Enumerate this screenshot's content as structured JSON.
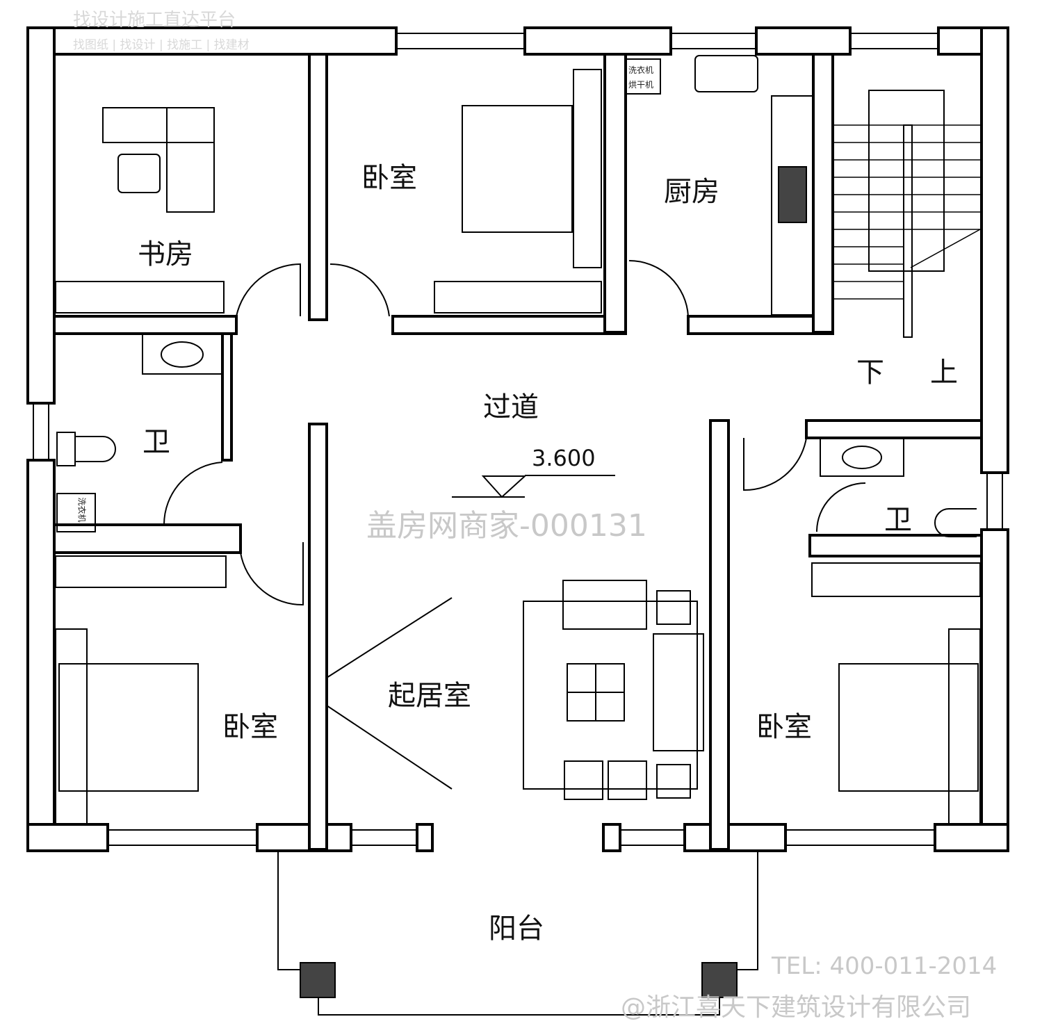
{
  "watermark_top": {
    "title": "找设计施工直达平台",
    "links": "找图纸 | 找设计 | 找施工 | 找建材"
  },
  "rooms": {
    "study": "书房",
    "bedroom_top": "卧室",
    "kitchen": "厨房",
    "stairs_down": "下",
    "stairs_up": "上",
    "corridor": "过道",
    "bath_left": "卫",
    "bath_right": "卫",
    "living": "起居室",
    "bedroom_left": "卧室",
    "bedroom_right": "卧室",
    "balcony": "阳台"
  },
  "appliances": {
    "washer": "洗衣机",
    "dryer": "烘干机",
    "washer_small": "洗衣机"
  },
  "elevation": "3.600",
  "watermark_center": "盖房网商家-000131",
  "contact": {
    "tel": "TEL: 400-011-2014",
    "company": "@浙江喜天下建筑设计有限公司"
  }
}
